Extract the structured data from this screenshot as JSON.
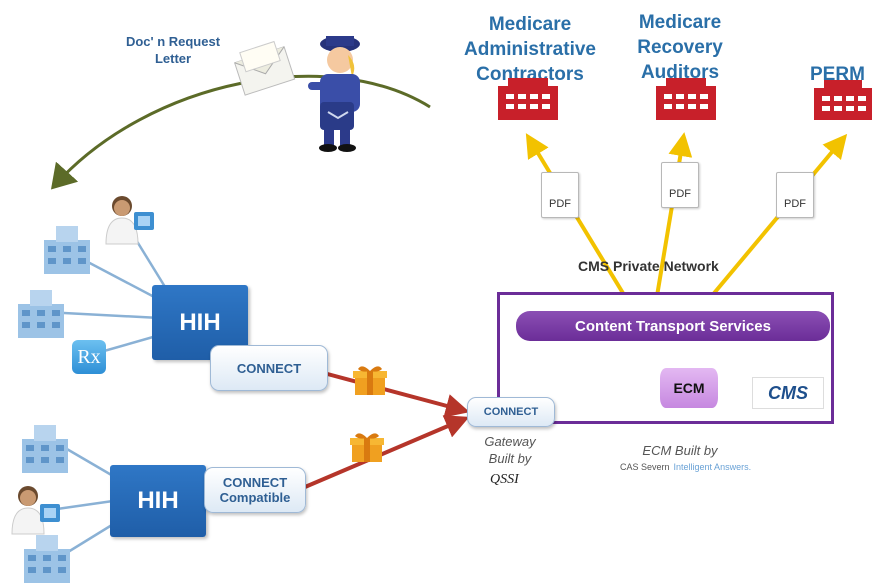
{
  "titles": {
    "mac": "Medicare Administrative Contractors",
    "mac_lines": [
      "Medicare",
      "Administrative",
      "Contractors"
    ],
    "mra_lines": [
      "Medicare",
      "Recovery",
      "Auditors"
    ],
    "perm": "PERM"
  },
  "doc_request": [
    "Doc' n Request",
    "Letter"
  ],
  "pdf_label": "PDF",
  "network_label": "CMS Private Network",
  "cts_label": "Content Transport Services",
  "ecm_label": "ECM",
  "cms_logo": "CMS",
  "hih_label": "HIH",
  "connect_label": "CONNECT",
  "connect_compatible": [
    "CONNECT",
    "Compatible"
  ],
  "gateway_label": [
    "Gateway",
    "Built by"
  ],
  "qssi": "QSSI",
  "ecm_built_by": "ECM Built by",
  "cas_severn": "CAS Severn",
  "cas_tagline": "Intelligent Answers.",
  "rx": "Rx",
  "colors": {
    "title_blue": "#2a6fa8",
    "building_red": "#c8202a",
    "hih_blue": "#2f77c6",
    "purple": "#6b2d98",
    "yellow_arrow": "#f2c200",
    "red_arrow": "#b5352a",
    "olive_arrow": "#5c6b28"
  },
  "icons": [
    "envelope-icon",
    "mail-carrier-icon",
    "building-icon",
    "hospital-icon",
    "doctor-icon",
    "rx-icon",
    "gift-icon",
    "pdf-icon"
  ]
}
